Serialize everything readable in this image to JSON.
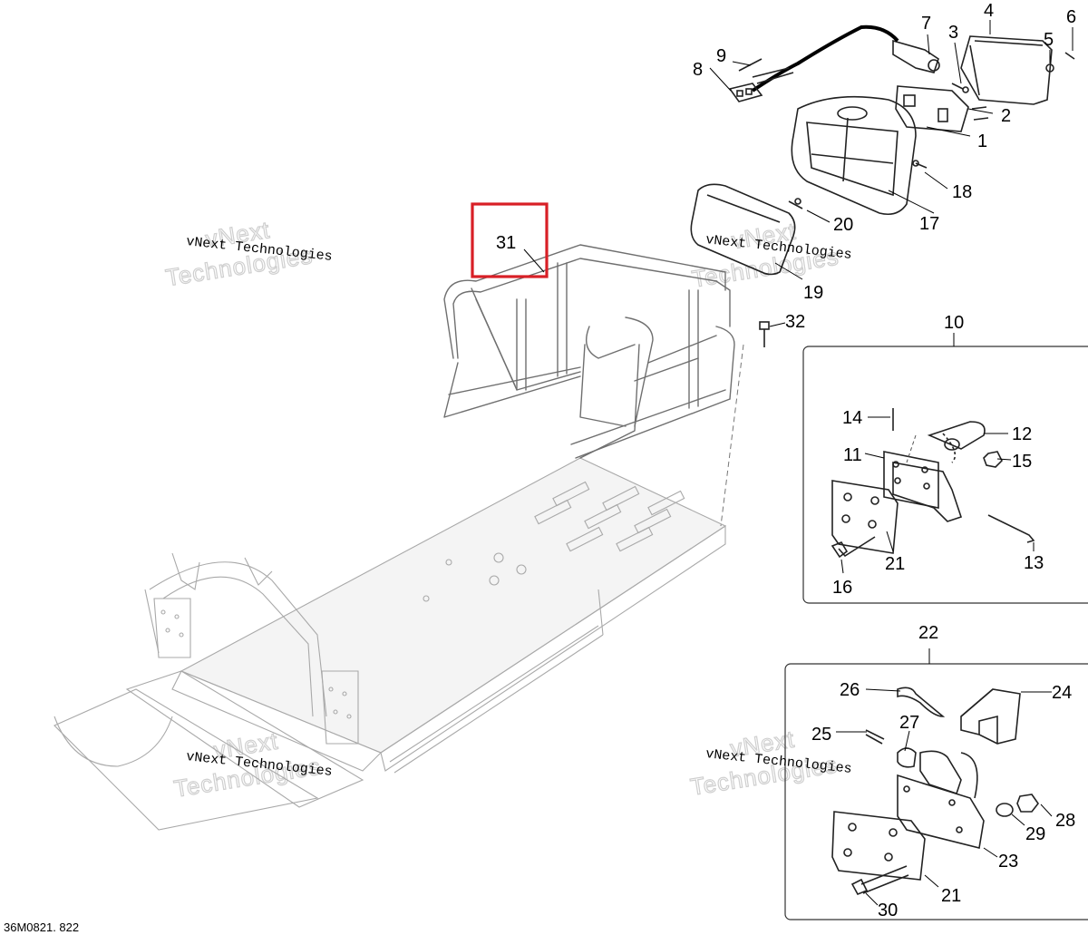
{
  "diagram": {
    "reference_code": "36M0821. 822",
    "highlighted_callout": "31",
    "callouts": {
      "c1": "1",
      "c2": "2",
      "c3": "3",
      "c4": "4",
      "c5": "5",
      "c6": "6",
      "c7": "7",
      "c8": "8",
      "c9": "9",
      "c10": "10",
      "c11": "11",
      "c12": "12",
      "c13": "13",
      "c14": "14",
      "c15": "15",
      "c16": "16",
      "c17": "17",
      "c18": "18",
      "c19": "19",
      "c20": "20",
      "c21a": "21",
      "c21b": "21",
      "c22": "22",
      "c23": "23",
      "c24": "24",
      "c25": "25",
      "c26": "26",
      "c27": "27",
      "c28": "28",
      "c29": "29",
      "c30": "30",
      "c31": "31",
      "c32": "32"
    },
    "watermarks": {
      "label": "vNext Technologies",
      "outline_line1": "vNext",
      "outline_line2": "Technologies"
    }
  }
}
